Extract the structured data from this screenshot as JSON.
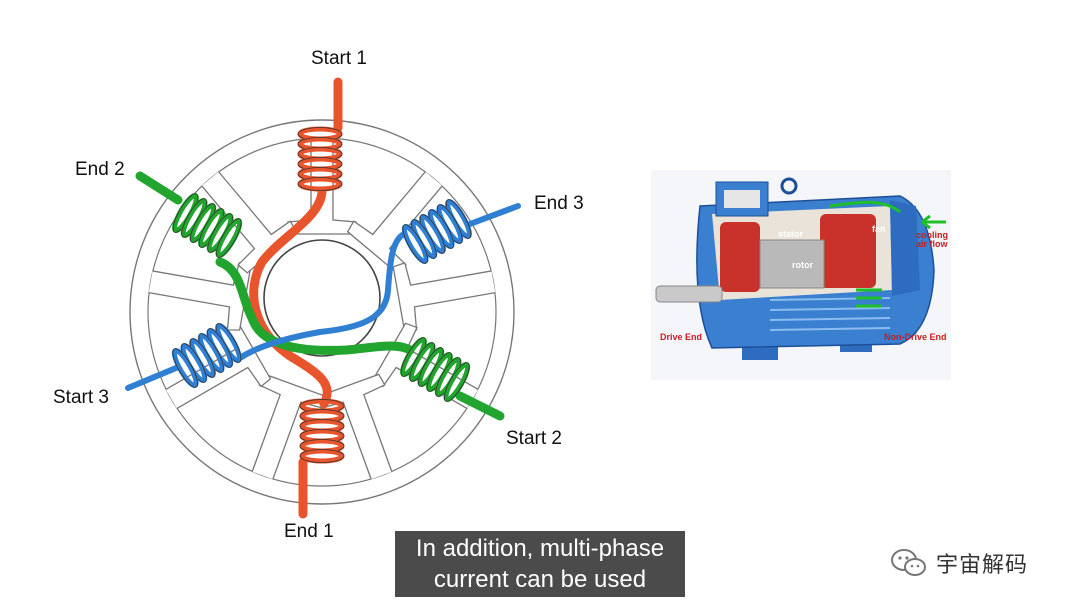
{
  "diagram": {
    "labels": {
      "start1": "Start 1",
      "end1": "End 1",
      "start2": "Start 2",
      "end2": "End 2",
      "start3": "Start 3",
      "end3": "End 3"
    },
    "colors": {
      "phase1": "#e8542b",
      "phase2": "#22a52e",
      "phase3": "#2f7fd2",
      "stator_outline": "#666666"
    }
  },
  "motor": {
    "labels": {
      "stator": "stator",
      "fan": "fan",
      "rotor": "rotor",
      "cooling": "cooling",
      "airflow": "air flow",
      "drive_end": "Drive End",
      "non_drive_end": "Non-Drive End"
    },
    "colors": {
      "body": "#3a7fd0",
      "winding": "#c8322a",
      "arrow": "#1fbf2a"
    }
  },
  "caption": {
    "line1": "In addition, multi-phase",
    "line2": "current can be used"
  },
  "watermark": {
    "icon": "wechat-icon",
    "text": "宇宙解码"
  }
}
